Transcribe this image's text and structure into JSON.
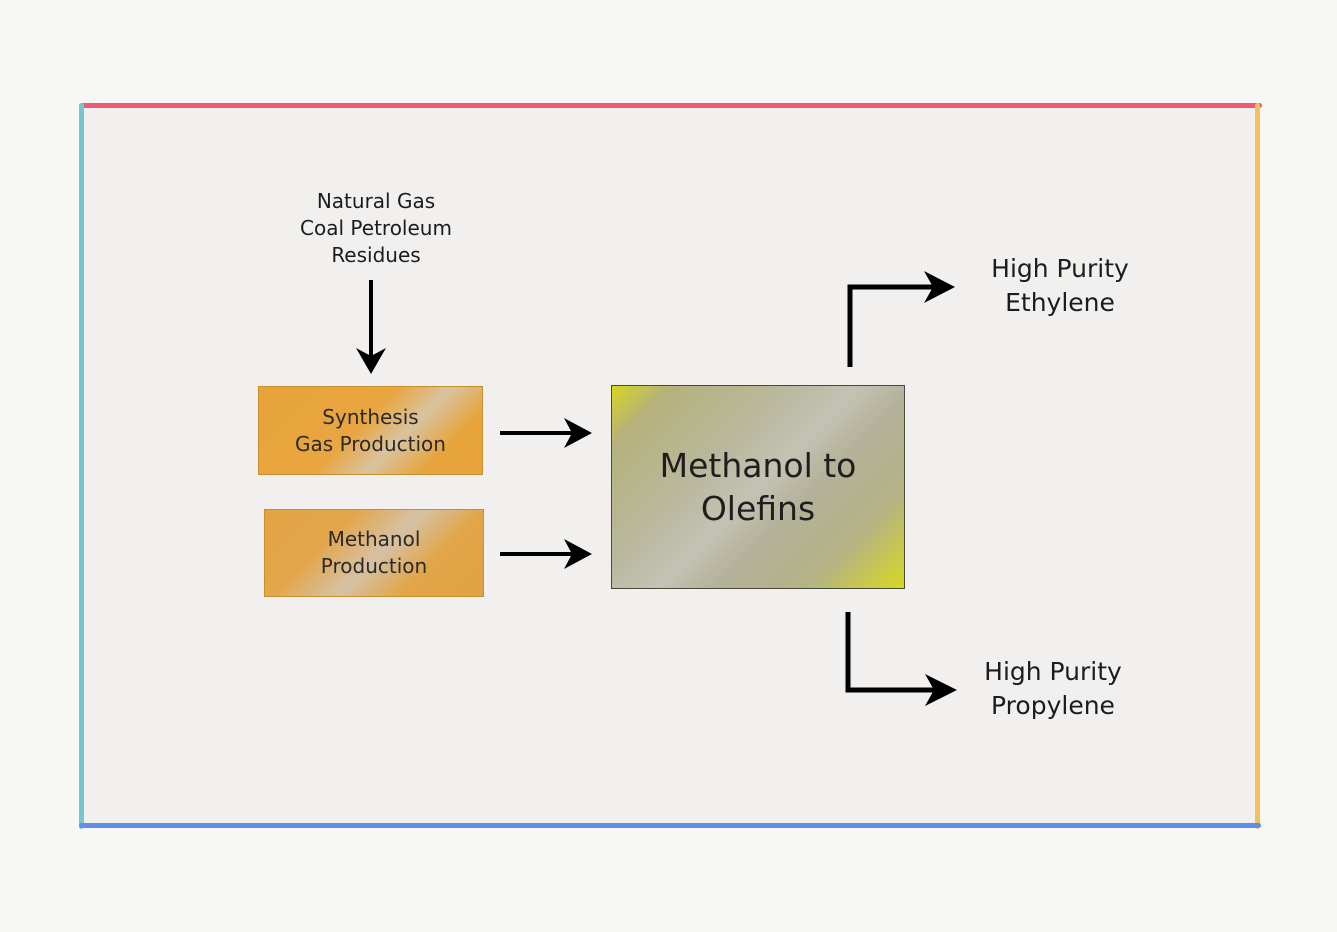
{
  "feedstock": {
    "line1": "Natural Gas",
    "line2": "Coal Petroleum",
    "line3": "Residues"
  },
  "boxes": {
    "syngas": {
      "line1": "Synthesis",
      "line2": "Gas Production"
    },
    "methanol": {
      "line1": "Methanol",
      "line2": "Production"
    },
    "mto": {
      "line1": "Methanol to",
      "line2": "Olefins"
    }
  },
  "outputs": {
    "ethylene": {
      "line1": "High Purity",
      "line2": "Ethylene"
    },
    "propylene": {
      "line1": "High Purity",
      "line2": "Propylene"
    }
  },
  "colors": {
    "border_top": "#ef5b75",
    "border_left": "#72c8cf",
    "border_right": "#f1c25a",
    "border_bottom": "#5f8fe6",
    "feed_box": "#e8a33a",
    "mto_box_accent": "#d8d61c"
  }
}
